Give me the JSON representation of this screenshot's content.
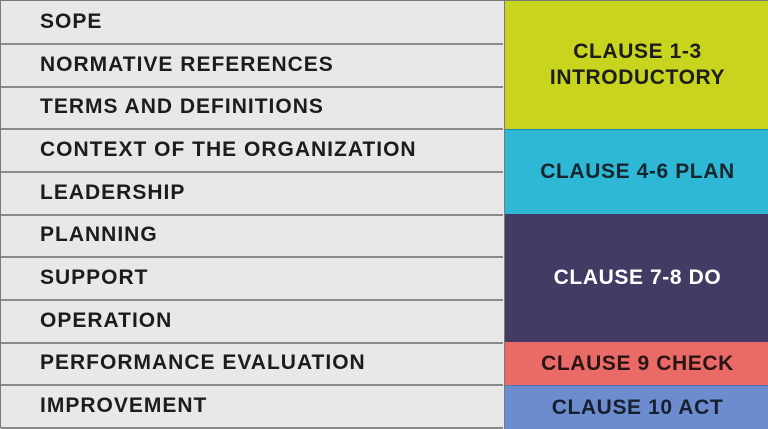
{
  "topics": [
    {
      "label": "SOPE"
    },
    {
      "label": "NORMATIVE REFERENCES"
    },
    {
      "label": "TERMS AND DEFINITIONS"
    },
    {
      "label": "CONTEXT OF THE ORGANIZATION"
    },
    {
      "label": "LEADERSHIP"
    },
    {
      "label": "PLANNING"
    },
    {
      "label": "SUPPORT"
    },
    {
      "label": "OPERATION"
    },
    {
      "label": "PERFORMANCE EVALUATION"
    },
    {
      "label": "IMPROVEMENT"
    }
  ],
  "clauses": [
    {
      "line1": "CLAUSE 1-3",
      "line2": "INTRODUCTORY",
      "color": "#c8d41e",
      "text_color": "#1c1c1c"
    },
    {
      "line1": "CLAUSE 4-6 PLAN",
      "line2": "",
      "color": "#2fb8d6",
      "text_color": "#15262e"
    },
    {
      "line1": "CLAUSE 7-8 DO",
      "line2": "",
      "color": "#433b63",
      "text_color": "#ffffff"
    },
    {
      "line1": "CLAUSE 9 CHECK",
      "line2": "",
      "color": "#ea6a67",
      "text_color": "#2a1515"
    },
    {
      "line1": "CLAUSE 10 ACT",
      "line2": "",
      "color": "#6d8cd0",
      "text_color": "#17202e"
    }
  ]
}
